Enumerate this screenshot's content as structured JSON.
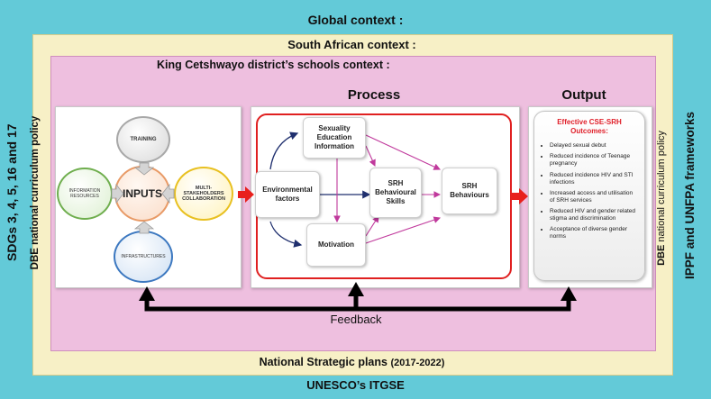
{
  "contexts": {
    "global": "Global context :",
    "south_african": "South African context :",
    "district": "King Cetshwayo district’s schools context :",
    "national_plans": "National Strategic plans",
    "national_plans_years": "(2017-2022)",
    "unesco": "UNESCO’s ITGSE"
  },
  "side_labels": {
    "left_outer": "SDGs 3, 4, 5, 16 and 17",
    "left_inner": "DBE national curriculum policy",
    "right_inner_bold": "DBE",
    "right_inner_rest": "national curriculum policy",
    "right_outer": "IPPF  and UNFPA frameworks"
  },
  "inputs": {
    "center": "INPUTS",
    "training": "TRAINING",
    "information_resources": "INFORMATION RESOURCES",
    "multi_stakeholders": "MULTI-STAKEHOLDERS COLLABORATION",
    "infrastructures": "INFRASTRUCTURES"
  },
  "process": {
    "title": "Process",
    "sexuality_education": "Sexuality Education Information",
    "environmental_factors": "Environmental factors",
    "motivation": "Motivation",
    "srh_behavioural_skills": "SRH Behavioural Skills",
    "srh_behaviours": "SRH Behaviours"
  },
  "output": {
    "title": "Output",
    "heading": "Effective CSE-SRH Outcomes:",
    "items": [
      "Delayed sexual debut",
      "Reduced incidence of Teenage pregnancy",
      "Reduced incidence HIV and STI infections",
      "Increased access and utilisation of SRH services",
      "Reduced HIV and gender related stigma and discrimination",
      "Acceptance of diverse gender norms"
    ]
  },
  "feedback": "Feedback",
  "colors": {
    "global_bg": "#63cad8",
    "south_african_bg": "#f7f0c6",
    "district_bg": "#eebfdf",
    "process_border": "#e02020",
    "outcome_heading": "#e0202a",
    "arrow_red": "#e8201c",
    "arrow_navy": "#1f2f6e",
    "arrow_magenta": "#c0399c"
  }
}
